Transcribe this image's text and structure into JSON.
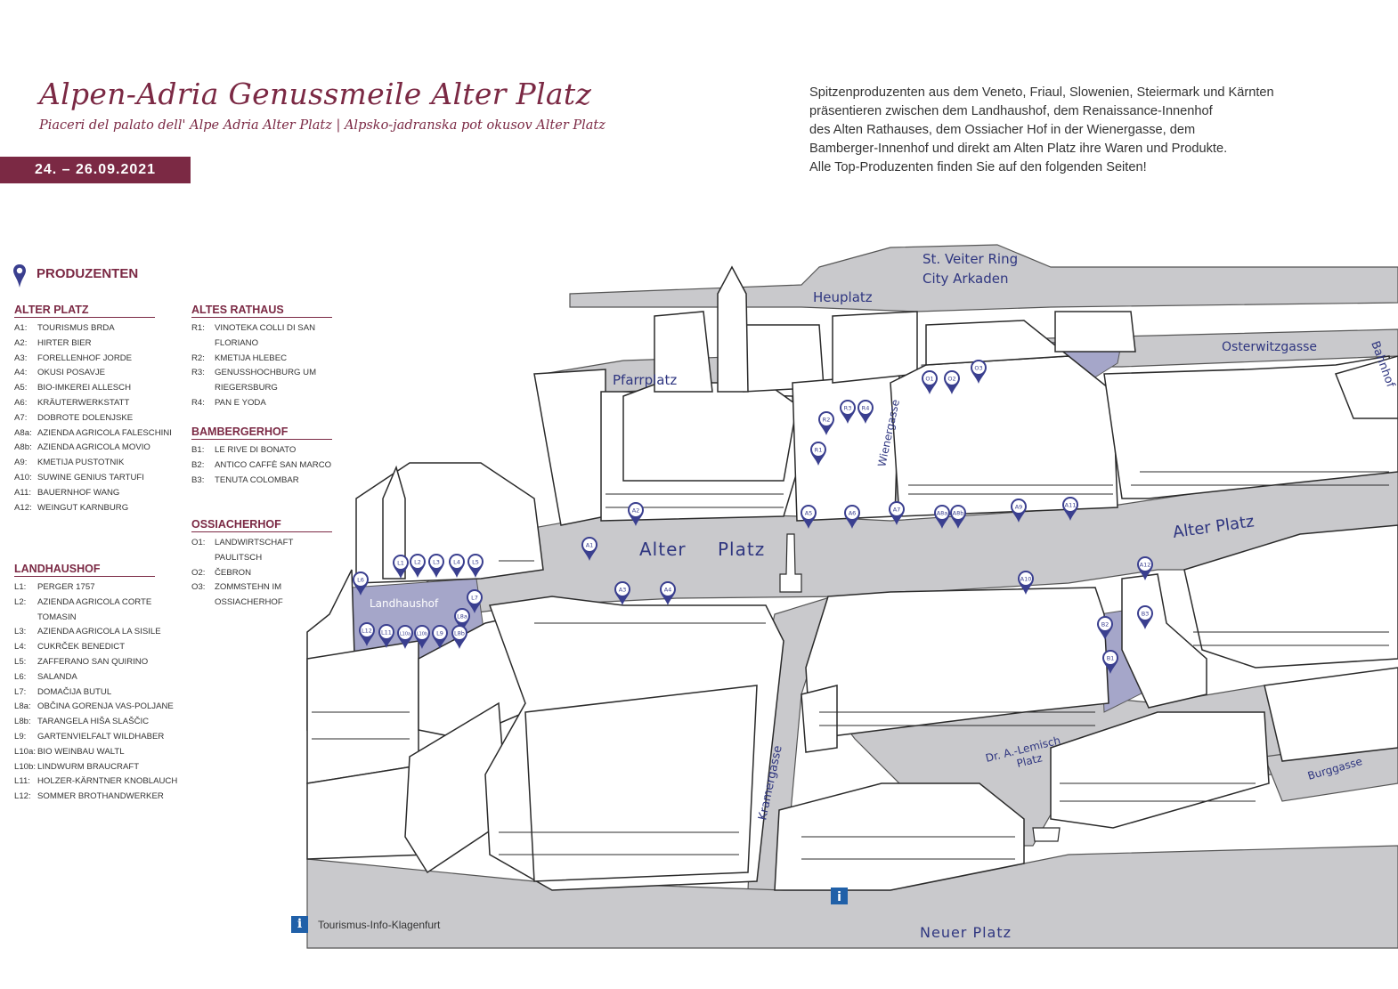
{
  "header": {
    "title": "Alpen-Adria Genussmeile Alter Platz",
    "subtitle": "Piaceri del palato dell' Alpe Adria Alter Platz | Alpsko-jadranska pot okusov Alter Platz",
    "date": "24. – 26.09.2021"
  },
  "intro": [
    "Spitzenproduzenten aus dem Veneto, Friaul, Slowenien, Steiermark und Kärnten",
    "präsentieren zwischen dem Landhaushof, dem Renaissance-Innenhof",
    "des Alten Rathauses, dem Ossiacher Hof in der Wienergasse, dem",
    "Bamberger-Innenhof und direkt am Alten Platz ihre Waren und Produkte.",
    "Alle Top-Produzenten finden Sie auf den folgenden Seiten!"
  ],
  "legend": {
    "title": "PRODUZENTEN",
    "groups": [
      {
        "heading": "ALTER PLATZ",
        "items": [
          {
            "code": "A1:",
            "name": "Tourismus Brda"
          },
          {
            "code": "A2:",
            "name": "Hirter Bier"
          },
          {
            "code": "A3:",
            "name": "Forellenhof Jorde"
          },
          {
            "code": "A4:",
            "name": "Okusi Posavje"
          },
          {
            "code": "A5:",
            "name": "Bio-Imkerei Allesch"
          },
          {
            "code": "A6:",
            "name": "Kräuterwerkstatt"
          },
          {
            "code": "A7:",
            "name": "Dobrote Dolenjske"
          },
          {
            "code": "A8a:",
            "name": "Azienda Agricola Faleschini"
          },
          {
            "code": "A8b:",
            "name": "Azienda Agricola Movio"
          },
          {
            "code": "A9:",
            "name": "Kmetija Pustotnik"
          },
          {
            "code": "A10:",
            "name": "Suwine Genius Tartufi"
          },
          {
            "code": "A11:",
            "name": "Bauernhof Wang"
          },
          {
            "code": "A12:",
            "name": "Weingut Karnburg"
          }
        ]
      },
      {
        "heading": "LANDHAUSHOF",
        "items": [
          {
            "code": "L1:",
            "name": "Perger 1757"
          },
          {
            "code": "L2:",
            "name": "Azienda Agricola Corte"
          },
          {
            "code": "",
            "name": "Tomasin"
          },
          {
            "code": "L3:",
            "name": "Azienda Agricola La Sisile"
          },
          {
            "code": "L4:",
            "name": "Cukrček Benedict"
          },
          {
            "code": "L5:",
            "name": "Zafferano San Quirino"
          },
          {
            "code": "L6:",
            "name": "Salanda"
          },
          {
            "code": "L7:",
            "name": "Domačija Butul"
          },
          {
            "code": "L8a:",
            "name": "Občina Gorenja vas-Poljane"
          },
          {
            "code": "L8b:",
            "name": "Tarangela Hiša Slaščic"
          },
          {
            "code": "L9:",
            "name": "Gartenvielfalt Wildhaber"
          },
          {
            "code": "L10a:",
            "name": "Bio Weinbau Waltl"
          },
          {
            "code": "L10b:",
            "name": "Lindwurm Braucraft"
          },
          {
            "code": "L11:",
            "name": "Holzer-Kärntner Knoblauch"
          },
          {
            "code": "L12:",
            "name": "Sommer Brothandwerker"
          }
        ]
      },
      {
        "heading": "ALTES RATHAUS",
        "items": [
          {
            "code": "R1:",
            "name": "Vinoteka Colli di San"
          },
          {
            "code": "",
            "name": "Floriano"
          },
          {
            "code": "R2:",
            "name": "Kmetija Hlebec"
          },
          {
            "code": "R3:",
            "name": "Genusshochburg um"
          },
          {
            "code": "",
            "name": "Riegersburg"
          },
          {
            "code": "R4:",
            "name": "Pan e Yoda"
          }
        ]
      },
      {
        "heading": "BAMBERGERHOF",
        "items": [
          {
            "code": "B1:",
            "name": "Le Rive di Bonato"
          },
          {
            "code": "B2:",
            "name": "Antico Caffè San Marco"
          },
          {
            "code": "B3:",
            "name": "Tenuta Colombar"
          }
        ]
      },
      {
        "heading": "OSSIACHERHOF",
        "items": [
          {
            "code": "O1:",
            "name": "Landwirtschaft"
          },
          {
            "code": "",
            "name": "Paulitsch"
          },
          {
            "code": "O2:",
            "name": "Čebron"
          },
          {
            "code": "O3:",
            "name": "Zommstehn im"
          },
          {
            "code": "",
            "name": "Ossiacherhof"
          }
        ]
      }
    ]
  },
  "map": {
    "labels": {
      "st_veiter_ring": "St. Veiter Ring",
      "city_arkaden": "City Arkaden",
      "heuplatz": "Heuplatz",
      "osterwitzgasse": "Osterwitzgasse",
      "bahnhof": "Bahnhof",
      "pfarrplatz": "Pfarrplatz",
      "wienergasse": "Wienergasse",
      "alter": "Alter",
      "platz": "Platz",
      "alter_platz_right": "Alter Platz",
      "landhaushof": "Landhaushof",
      "kramergasse": "Kramergasse",
      "lemisch": "Dr. A.-Lemisch",
      "lemisch_platz": "Platz",
      "burggasse": "Burggasse",
      "neuer_platz": "Neuer Platz"
    },
    "pins": [
      "A1",
      "A2",
      "A3",
      "A4",
      "A5",
      "A6",
      "A7",
      "A8a",
      "A8b",
      "A9",
      "A10",
      "A11",
      "A12",
      "L1",
      "L2",
      "L3",
      "L4",
      "L5",
      "L6",
      "L7",
      "L8a",
      "L8b",
      "L9",
      "L10a",
      "L10b",
      "L11",
      "L12",
      "R1",
      "R2",
      "R3",
      "R4",
      "B1",
      "B2",
      "B3",
      "O1",
      "O2",
      "O3"
    ],
    "info_symbol": "i",
    "colors": {
      "road": "#c9c9cc",
      "courtyard": "#a5a6c9",
      "pin": "#3a3f8f",
      "accent": "#7b2944"
    }
  },
  "footer": {
    "info_icon": "i",
    "info_label": "Tourismus-Info-Klagenfurt"
  }
}
